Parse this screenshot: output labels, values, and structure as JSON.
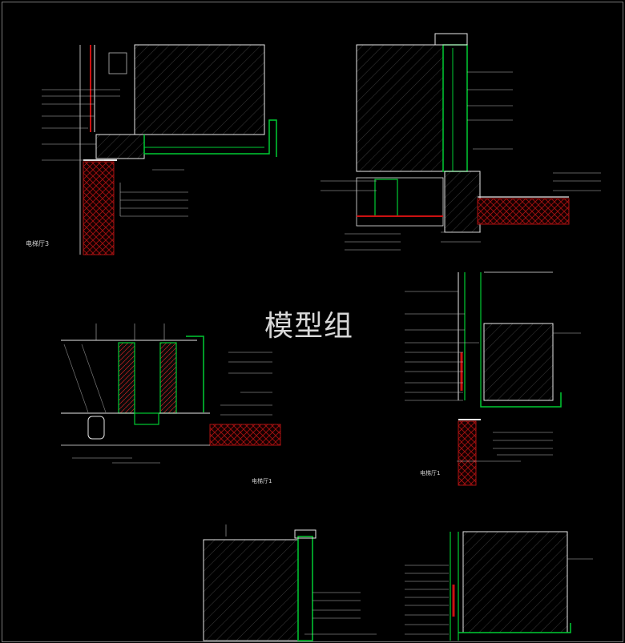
{
  "watermark": "模型组",
  "titles": {
    "d1": "电梯厅3",
    "d3": "电梯厅1",
    "d4": "电梯厅1"
  },
  "colors": {
    "background": "#000000",
    "concrete": "#e8e8e8",
    "structure": "#00cc33",
    "insulation": "#cc1111",
    "leader": "#bbbbbb",
    "frame": "#7a7a7a"
  }
}
